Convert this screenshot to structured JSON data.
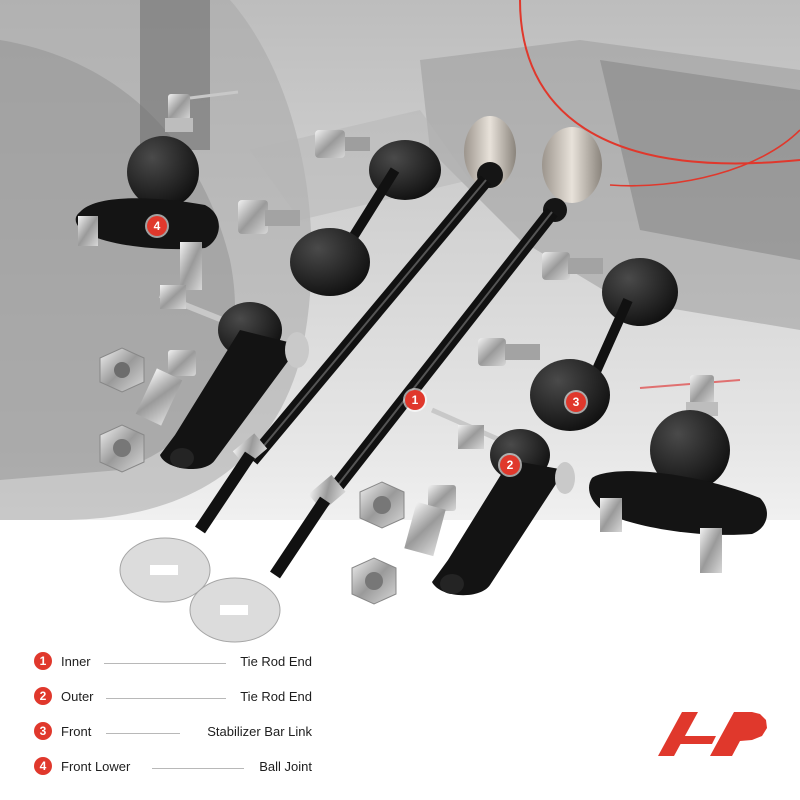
{
  "legend": [
    {
      "num": "1",
      "left": "Inner",
      "right": "Tie Rod End"
    },
    {
      "num": "2",
      "left": "Outer",
      "right": "Tie Rod End"
    },
    {
      "num": "3",
      "left": "Front",
      "right": "Stabilizer Bar Link"
    },
    {
      "num": "4",
      "left": "Front Lower",
      "right": "Ball Joint"
    }
  ],
  "callouts": {
    "c1": "1",
    "c2": "2",
    "c3": "3",
    "c4": "4"
  },
  "colors": {
    "accent": "#e0382c",
    "text": "#1e1e1e",
    "part_black": "#151515",
    "metal": "#bcbcbc"
  },
  "icons": [
    "brand-logo"
  ]
}
